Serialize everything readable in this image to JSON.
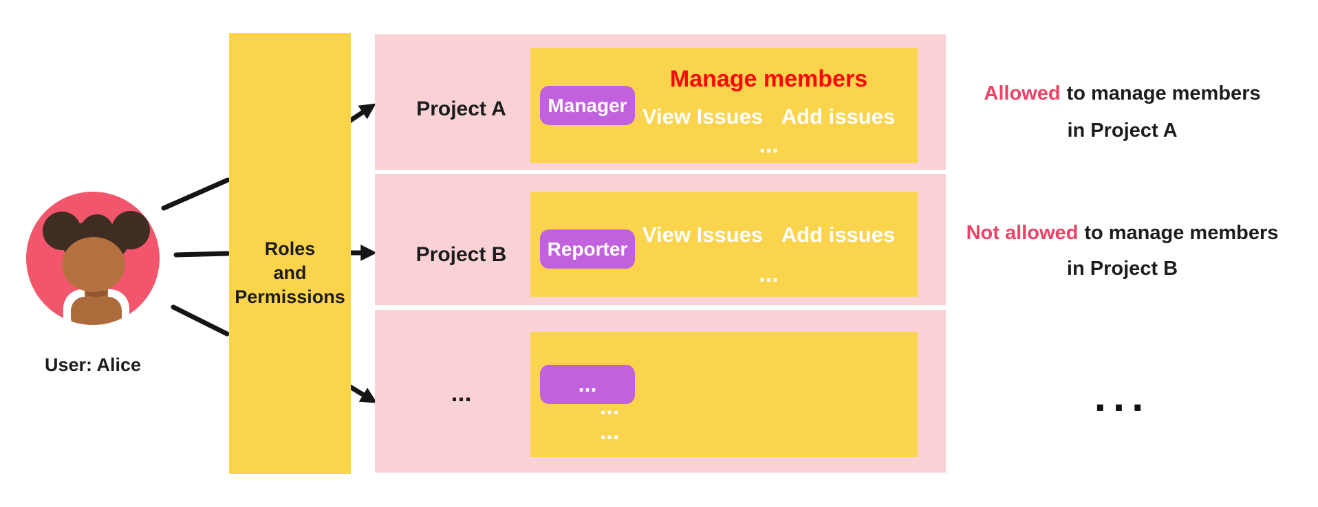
{
  "user": {
    "label": "User: Alice"
  },
  "roles_box": {
    "lines": [
      "Roles",
      "and",
      "Permissions"
    ]
  },
  "projects": [
    {
      "name": "Project A",
      "role": "Manager",
      "highlight_permission": "Manage members",
      "permissions": [
        "View Issues",
        "Add issues"
      ],
      "more": "...",
      "annotation": {
        "highlight": "Allowed",
        "text": "to manage members",
        "line2": "in Project A"
      }
    },
    {
      "name": "Project B",
      "role": "Reporter",
      "permissions": [
        "View Issues",
        "Add issues"
      ],
      "more": "...",
      "annotation": {
        "highlight": "Not allowed",
        "text": "to manage members",
        "line2": "in Project B"
      }
    },
    {
      "name": "...",
      "role": "...",
      "permissions": [
        "...",
        "...",
        "..."
      ],
      "annotation": {
        "ellipsis": "..."
      }
    }
  ],
  "colors": {
    "row_pink": "#FAD2D6",
    "box_yellow": "#FBD44E",
    "badge_purple": "#C261DE",
    "permission_red": "#FA0808",
    "annotation_crimson": "#EE4266",
    "text_black": "#1C1C1C",
    "text_white": "#FFFFFF",
    "avatar_circle_pink": "#F1566C",
    "avatar_hair_brown": "#3F2D22",
    "avatar_skin_brown": "#B5713F",
    "arrow_black": "#151515"
  },
  "icons": {
    "avatar": "girl-with-hair-buns-avatar",
    "arrows": "black-connector-arrows"
  }
}
